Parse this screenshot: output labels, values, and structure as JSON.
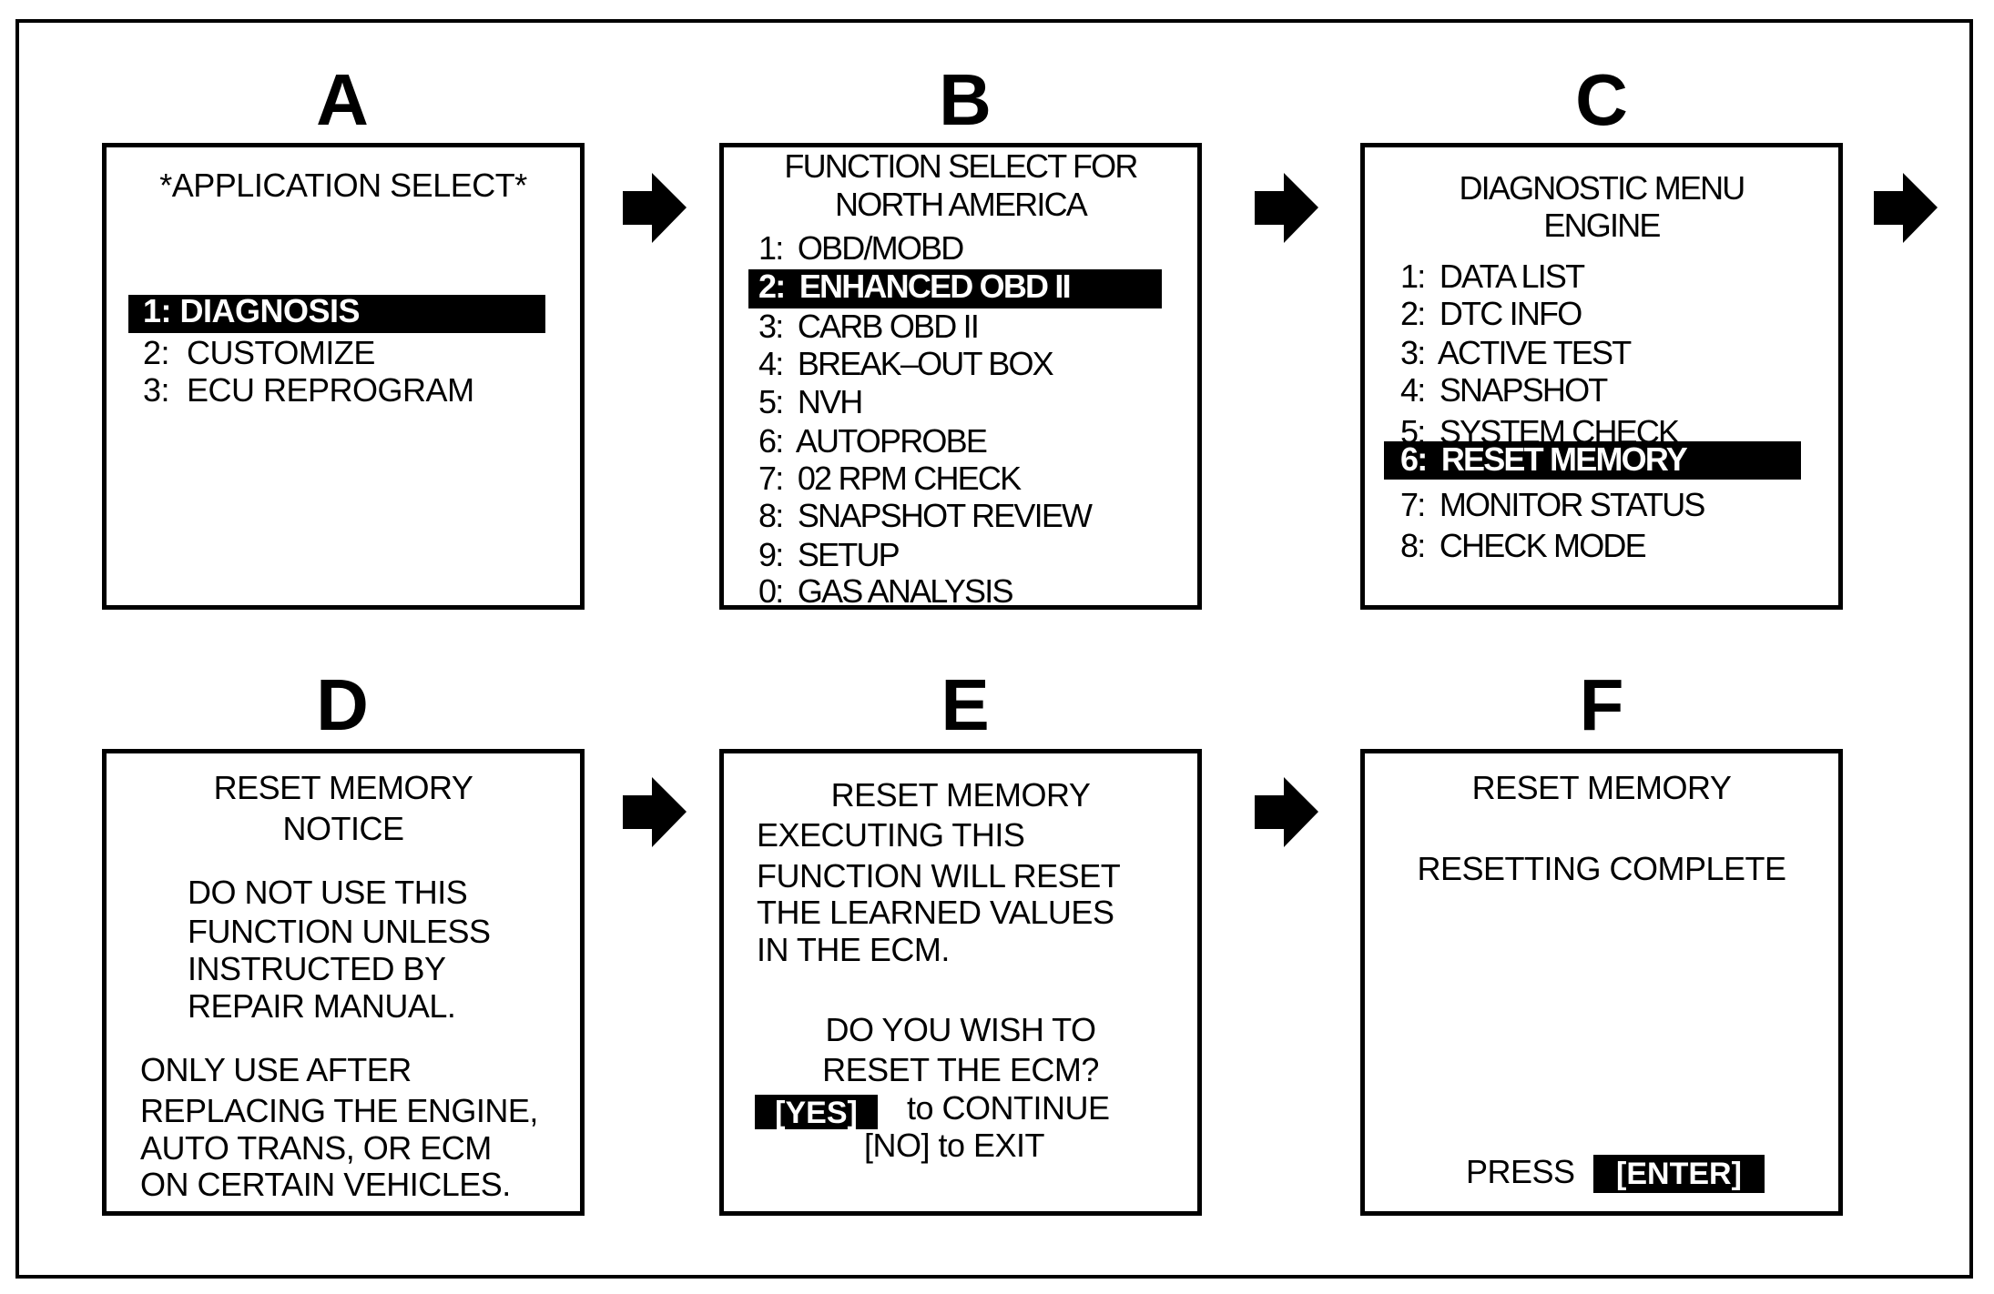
{
  "panels": {
    "a": {
      "letter": "A",
      "title": "*APPLICATION SELECT*",
      "items": [
        "1: DIAGNOSIS",
        "2:  CUSTOMIZE",
        "3:  ECU REPROGRAM"
      ],
      "selected": "1: DIAGNOSIS"
    },
    "b": {
      "letter": "B",
      "title_lines": [
        "FUNCTION SELECT FOR",
        "NORTH AMERICA"
      ],
      "items": [
        "1:  OBD/MOBD",
        "2:  ENHANCED OBD II",
        "3:  CARB OBD II",
        "4:  BREAK–OUT BOX",
        "5:  NVH",
        "6:  AUTOPROBE",
        "7:  02 RPM CHECK",
        "8:  SNAPSHOT REVIEW",
        "9:  SETUP",
        "0:  GAS ANALYSIS"
      ],
      "selected": "2:  ENHANCED OBD II"
    },
    "c": {
      "letter": "C",
      "title_lines": [
        "DIAGNOSTIC MENU",
        "ENGINE"
      ],
      "items": [
        "1:  DATA LIST",
        "2:  DTC INFO",
        "3:  ACTIVE TEST",
        "4:  SNAPSHOT",
        "5:  SYSTEM CHECK",
        "6:  RESET MEMORY",
        "7:  MONITOR STATUS",
        "8:  CHECK MODE"
      ],
      "selected": "6:  RESET MEMORY"
    },
    "d": {
      "letter": "D",
      "title_lines": [
        "RESET MEMORY",
        "NOTICE"
      ],
      "warning_lines": [
        "DO NOT USE THIS",
        "FUNCTION UNLESS",
        "INSTRUCTED BY",
        "REPAIR MANUAL."
      ],
      "note_lines": [
        "ONLY USE AFTER",
        "REPLACING THE ENGINE,",
        "AUTO TRANS, OR ECM",
        "ON CERTAIN VEHICLES."
      ]
    },
    "e": {
      "letter": "E",
      "title": "RESET MEMORY",
      "body_lines": [
        "EXECUTING THIS",
        "FUNCTION WILL RESET",
        "THE LEARNED VALUES",
        "IN THE ECM."
      ],
      "question_lines": [
        "DO YOU WISH TO",
        "RESET THE ECM?"
      ],
      "yes_key": "[YES]",
      "yes_text": "to CONTINUE",
      "no_line": "[NO] to EXIT"
    },
    "f": {
      "letter": "F",
      "title": "RESET MEMORY",
      "status": "RESETTING COMPLETE",
      "press_label": "PRESS",
      "enter_key": "[ENTER]"
    }
  },
  "icons": {
    "flow_arrow": "right-block-arrow-icon"
  }
}
